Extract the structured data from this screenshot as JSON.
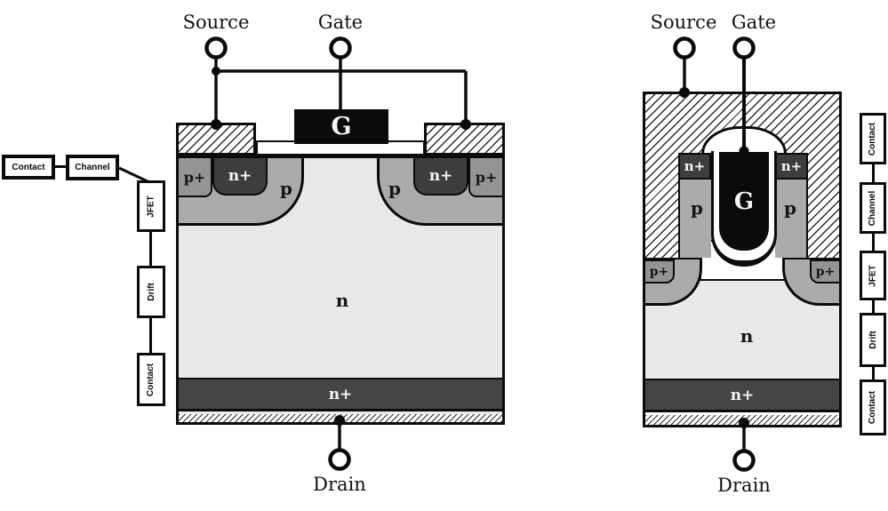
{
  "diagram": {
    "left_device": {
      "source": "Source",
      "gate": "Gate",
      "drain": "Drain",
      "gate_electrode": "G",
      "p_plus": "p+",
      "n_plus_source": "n+",
      "p_well": "p",
      "n_drift": "n",
      "n_plus_substrate": "n+"
    },
    "right_device": {
      "source": "Source",
      "gate": "Gate",
      "drain": "Drain",
      "gate_electrode": "G",
      "p_plus": "p+",
      "n_plus_source": "n+",
      "p_well": "p",
      "n_drift": "n",
      "n_plus_substrate": "n+"
    },
    "left_chain": {
      "items": [
        "Contact",
        "Channel",
        "JFET",
        "Drift",
        "Contact"
      ]
    },
    "right_chain": {
      "items": [
        "Contact",
        "Channel",
        "JFET",
        "Drift",
        "Contact"
      ]
    },
    "colors": {
      "n_region": "#e9e9e9",
      "p_region": "#ababab",
      "p_plus_region": "#949494",
      "n_plus_region": "#3d3d3d",
      "substrate_region": "#454545",
      "electrode_black": "#0b0b0b",
      "metal_hatch_bg": "#ffffff"
    }
  }
}
